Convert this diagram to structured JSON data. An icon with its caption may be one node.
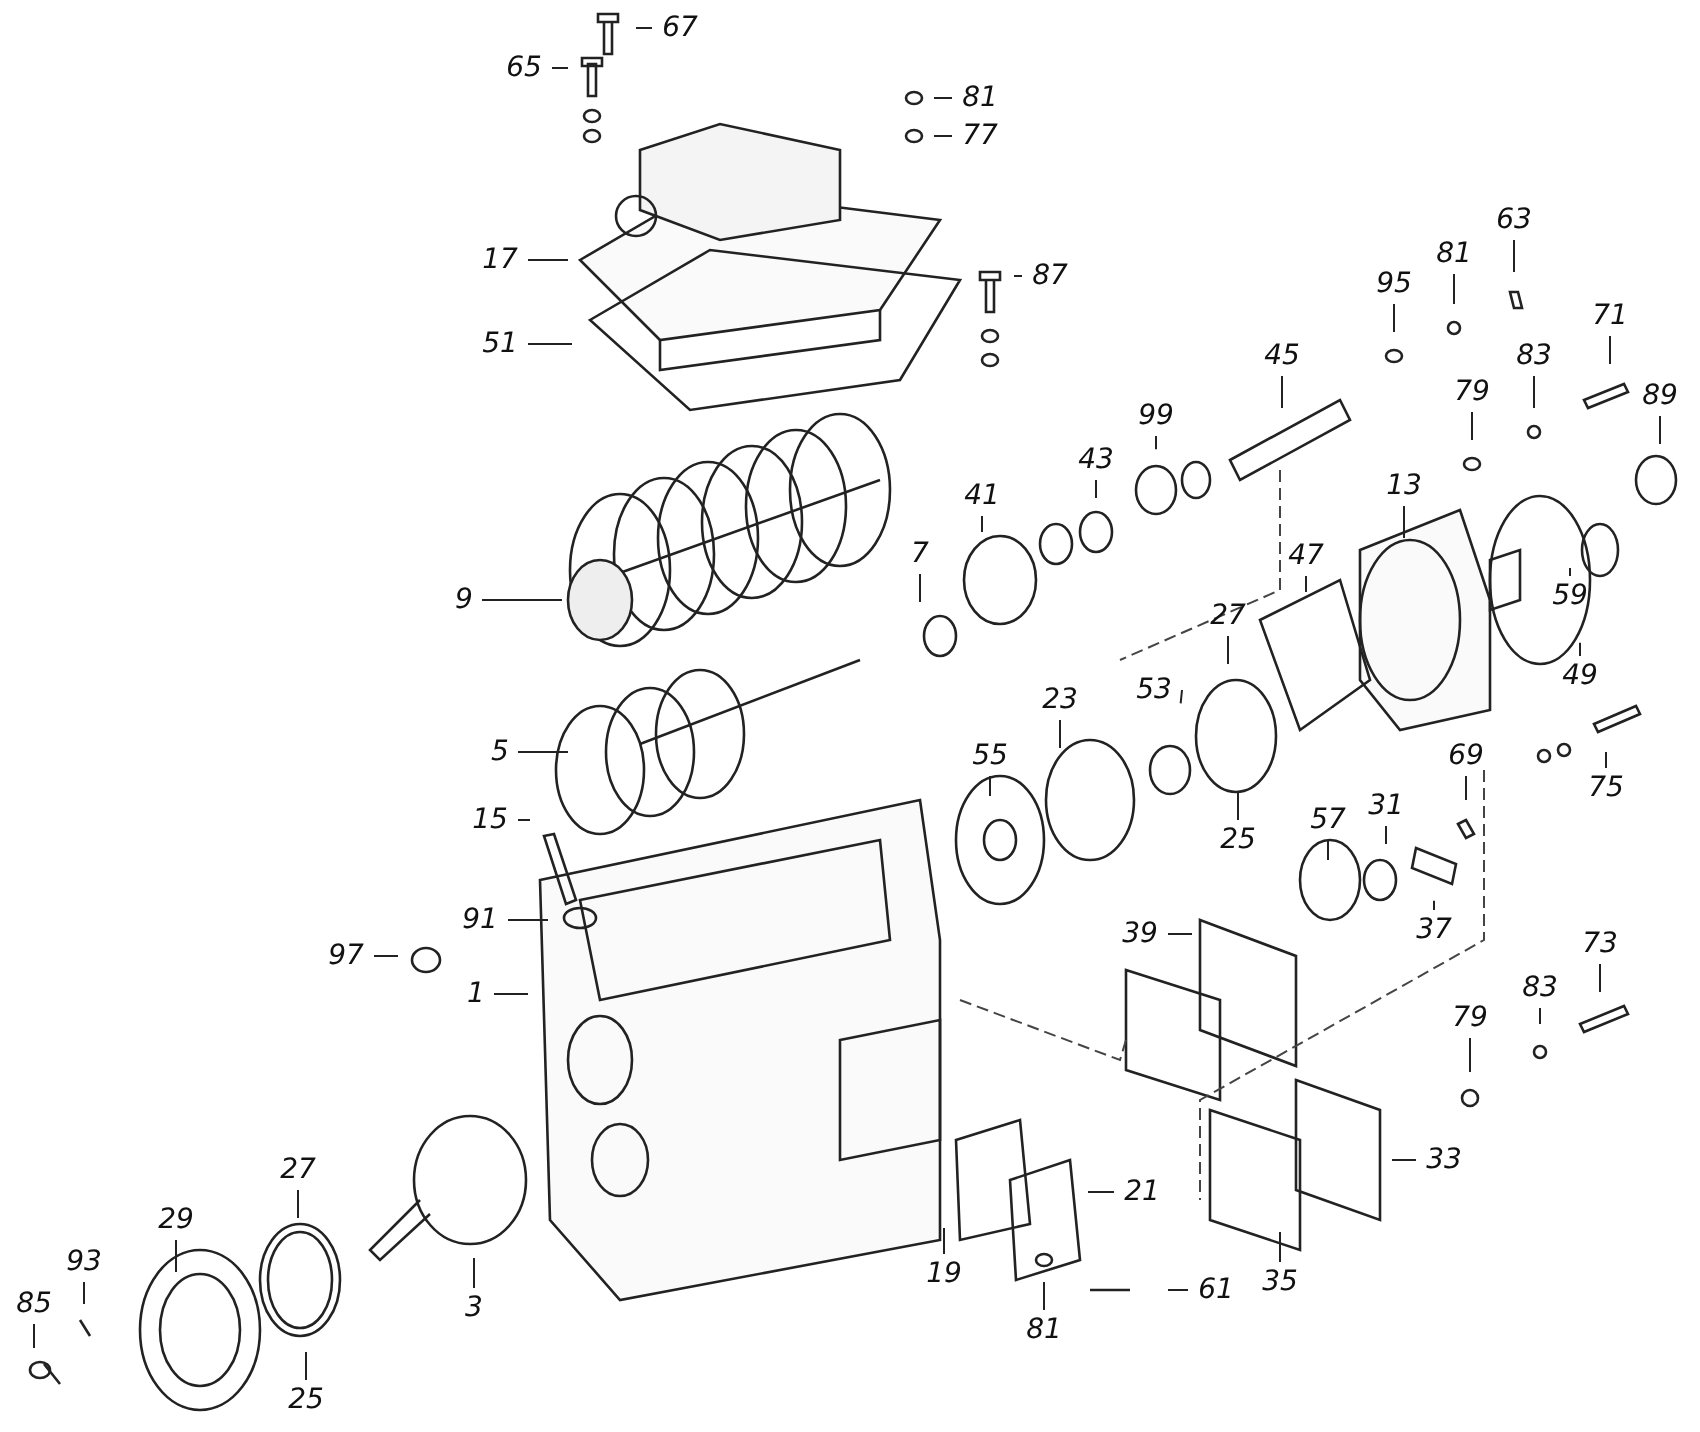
{
  "diagram": {
    "nodes": [
      {
        "text": [
          "67"
        ]
      },
      {
        "text": [
          "65"
        ]
      },
      {
        "text": [
          "81"
        ]
      },
      {
        "text": [
          "77"
        ]
      },
      {
        "text": [
          "17"
        ]
      },
      {
        "text": [
          "87"
        ]
      },
      {
        "text": [
          "63"
        ]
      },
      {
        "text": [
          "81"
        ]
      },
      {
        "text": [
          "95"
        ]
      },
      {
        "text": [
          "71"
        ]
      },
      {
        "text": [
          "51"
        ]
      },
      {
        "text": [
          "45"
        ]
      },
      {
        "text": [
          "83"
        ]
      },
      {
        "text": [
          "89"
        ]
      },
      {
        "text": [
          "79"
        ]
      },
      {
        "text": [
          "99"
        ]
      },
      {
        "text": [
          "43"
        ]
      },
      {
        "text": [
          "13"
        ]
      },
      {
        "text": [
          "41"
        ]
      },
      {
        "text": [
          "47"
        ]
      },
      {
        "text": [
          "7"
        ]
      },
      {
        "text": [
          "59"
        ]
      },
      {
        "text": [
          "9"
        ]
      },
      {
        "text": [
          "27"
        ]
      },
      {
        "text": [
          "49"
        ]
      },
      {
        "text": [
          "53"
        ]
      },
      {
        "text": [
          "23"
        ]
      },
      {
        "text": [
          "5"
        ]
      },
      {
        "text": [
          "55"
        ]
      },
      {
        "text": [
          "69"
        ]
      },
      {
        "text": [
          "75"
        ]
      },
      {
        "text": [
          "31"
        ]
      },
      {
        "text": [
          "57"
        ]
      },
      {
        "text": [
          "15"
        ]
      },
      {
        "text": [
          "25"
        ]
      },
      {
        "text": [
          "91"
        ]
      },
      {
        "text": [
          "37"
        ]
      },
      {
        "text": [
          "39"
        ]
      },
      {
        "text": [
          "73"
        ]
      },
      {
        "text": [
          "97"
        ]
      },
      {
        "text": [
          "83"
        ]
      },
      {
        "text": [
          "1"
        ]
      },
      {
        "text": [
          "79"
        ]
      },
      {
        "text": [
          "33"
        ]
      },
      {
        "text": [
          "27"
        ]
      },
      {
        "text": [
          "21"
        ]
      },
      {
        "text": [
          "29"
        ]
      },
      {
        "text": [
          "93"
        ]
      },
      {
        "text": [
          "19"
        ]
      },
      {
        "text": [
          "35"
        ]
      },
      {
        "text": [
          "61"
        ]
      },
      {
        "text": [
          "85"
        ]
      },
      {
        "text": [
          "3"
        ]
      },
      {
        "text": [
          "81"
        ]
      },
      {
        "text": [
          "25"
        ]
      }
    ],
    "edges": [
      {
        "from": 0,
        "to": null,
        "arrow": "none"
      },
      {
        "from": 1,
        "to": null,
        "arrow": "none"
      },
      {
        "from": 2,
        "to": null,
        "arrow": "none"
      },
      {
        "from": 3,
        "to": null,
        "arrow": "none"
      },
      {
        "from": 4,
        "to": null,
        "arrow": "none"
      },
      {
        "from": 5,
        "to": null,
        "arrow": "none"
      },
      {
        "from": 6,
        "to": null,
        "arrow": "none"
      },
      {
        "from": 7,
        "to": null,
        "arrow": "none"
      },
      {
        "from": 8,
        "to": null,
        "arrow": "none"
      },
      {
        "from": 9,
        "to": null,
        "arrow": "none"
      },
      {
        "from": 10,
        "to": null,
        "arrow": "none"
      },
      {
        "from": 11,
        "to": null,
        "arrow": "none"
      },
      {
        "from": 12,
        "to": null,
        "arrow": "none"
      },
      {
        "from": 13,
        "to": null,
        "arrow": "none"
      },
      {
        "from": 14,
        "to": null,
        "arrow": "none"
      },
      {
        "from": 15,
        "to": null,
        "arrow": "none"
      },
      {
        "from": 16,
        "to": null,
        "arrow": "none"
      },
      {
        "from": 17,
        "to": null,
        "arrow": "none"
      },
      {
        "from": 18,
        "to": null,
        "arrow": "none"
      },
      {
        "from": 19,
        "to": null,
        "arrow": "none"
      },
      {
        "from": 20,
        "to": null,
        "arrow": "none"
      },
      {
        "from": 21,
        "to": null,
        "arrow": "none"
      },
      {
        "from": 22,
        "to": null,
        "arrow": "none"
      },
      {
        "from": 23,
        "to": null,
        "arrow": "none"
      },
      {
        "from": 24,
        "to": null,
        "arrow": "none"
      },
      {
        "from": 25,
        "to": null,
        "arrow": "none"
      },
      {
        "from": 26,
        "to": null,
        "arrow": "none"
      },
      {
        "from": 27,
        "to": null,
        "arrow": "none"
      },
      {
        "from": 28,
        "to": null,
        "arrow": "none"
      },
      {
        "from": 29,
        "to": null,
        "arrow": "none"
      },
      {
        "from": 30,
        "to": null,
        "arrow": "none"
      },
      {
        "from": 31,
        "to": null,
        "arrow": "none"
      },
      {
        "from": 32,
        "to": null,
        "arrow": "none"
      },
      {
        "from": 33,
        "to": null,
        "arrow": "none"
      },
      {
        "from": 34,
        "to": null,
        "arrow": "none"
      },
      {
        "from": 35,
        "to": null,
        "arrow": "none"
      },
      {
        "from": 36,
        "to": null,
        "arrow": "none"
      },
      {
        "from": 37,
        "to": null,
        "arrow": "none"
      },
      {
        "from": 38,
        "to": null,
        "arrow": "none"
      },
      {
        "from": 39,
        "to": null,
        "arrow": "none"
      },
      {
        "from": 40,
        "to": null,
        "arrow": "none"
      },
      {
        "from": 41,
        "to": null,
        "arrow": "none"
      },
      {
        "from": 42,
        "to": null,
        "arrow": "none"
      },
      {
        "from": 43,
        "to": null,
        "arrow": "none"
      },
      {
        "from": 44,
        "to": null,
        "arrow": "none"
      },
      {
        "from": 45,
        "to": null,
        "arrow": "none"
      },
      {
        "from": 46,
        "to": null,
        "arrow": "none"
      },
      {
        "from": 47,
        "to": null,
        "arrow": "none"
      },
      {
        "from": 48,
        "to": null,
        "arrow": "none"
      },
      {
        "from": 49,
        "to": null,
        "arrow": "none"
      },
      {
        "from": 50,
        "to": null,
        "arrow": "none"
      },
      {
        "from": 51,
        "to": null,
        "arrow": "none"
      },
      {
        "from": 52,
        "to": null,
        "arrow": "none"
      },
      {
        "from": 53,
        "to": null,
        "arrow": "none"
      },
      {
        "from": 54,
        "to": null,
        "arrow": "none"
      }
    ]
  }
}
